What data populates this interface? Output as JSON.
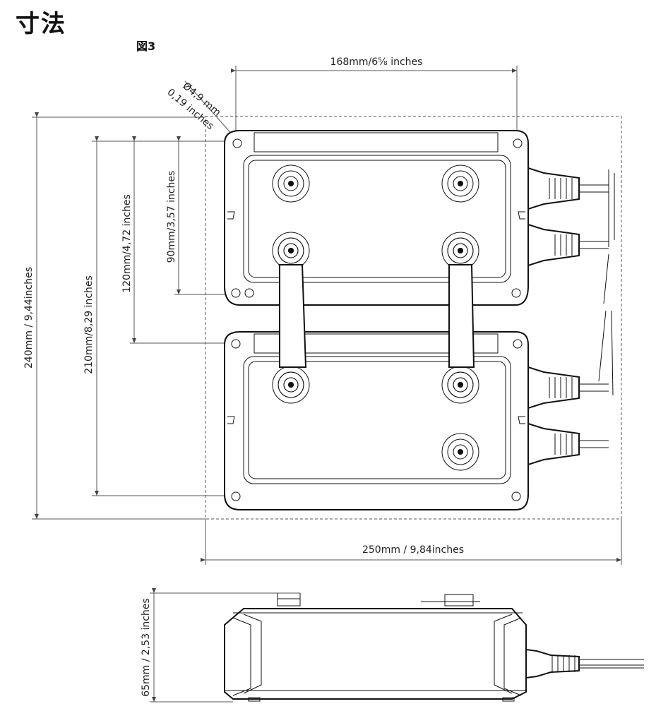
{
  "page_title": "寸法",
  "figure_label": "図3",
  "dimensions": {
    "top_width": "168mm/6⅝ inches",
    "hole_diameter_mm": "Ø4,9 mm",
    "hole_diameter_in": "0,19 inches",
    "overall_height": "240mm / 9,44inches",
    "height_210": "210mm/8,29 inches",
    "height_120": "120mm/4,72 inches",
    "height_90": "90mm/3,57 inches",
    "overall_width": "250mm / 9,84inches",
    "side_height": "65mm / 2,53 inches"
  }
}
